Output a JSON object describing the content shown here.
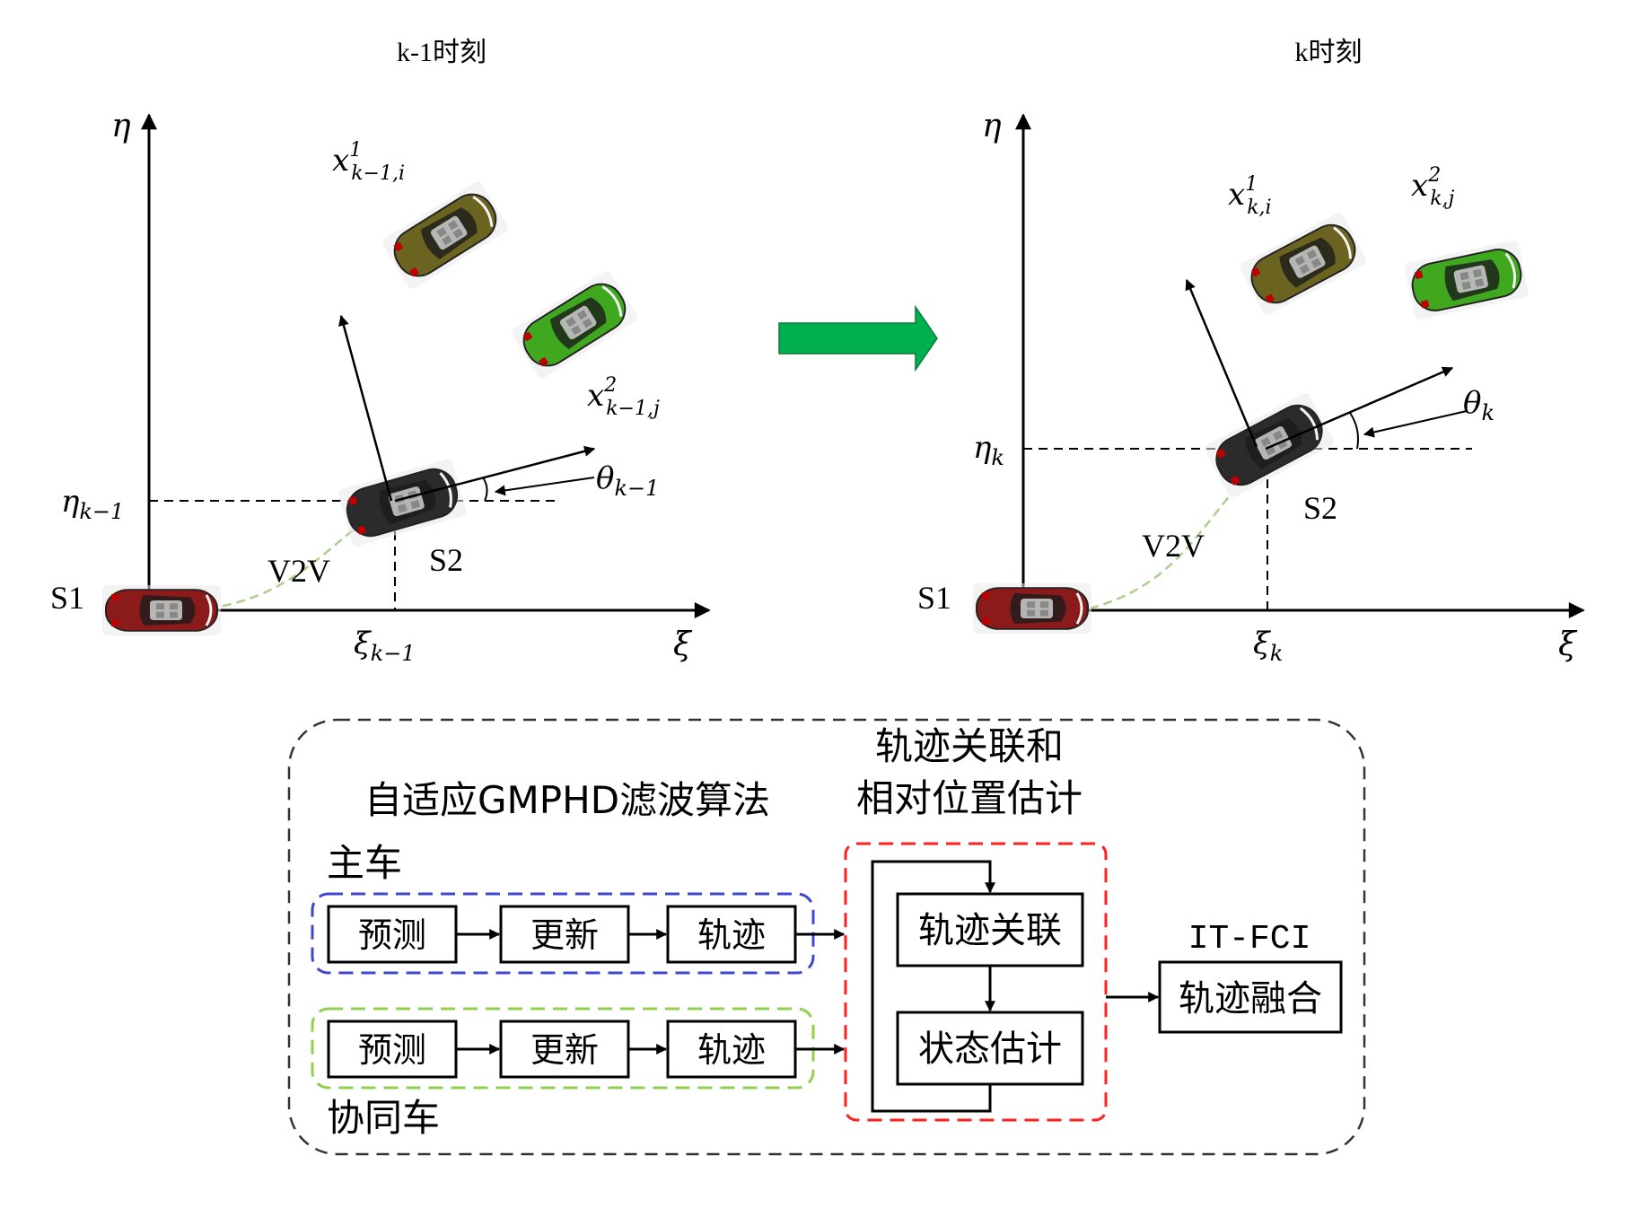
{
  "scenes": [
    {
      "title": "k-1时刻",
      "axis_y_label": "η",
      "axis_x_label": "ξ",
      "eta_value": "η",
      "eta_sub": "k−1",
      "xi_value": "ξ",
      "xi_sub": "k−1",
      "theta_value": "θ",
      "theta_sub": "k−1",
      "host_label": "S1",
      "coop_label": "S2",
      "link_label": "V2V",
      "target1_base": "x",
      "target1_sup": "1",
      "target1_sub": "k−1,i",
      "target2_base": "x",
      "target2_sup": "2",
      "target2_sub": "k−1,j"
    },
    {
      "title": "k时刻",
      "axis_y_label": "η",
      "axis_x_label": "ξ",
      "eta_value": "η",
      "eta_sub": "k",
      "xi_value": "ξ",
      "xi_sub": "k",
      "theta_value": "θ",
      "theta_sub": "k",
      "host_label": "S1",
      "coop_label": "S2",
      "link_label": "V2V",
      "target1_base": "x",
      "target1_sup": "1",
      "target1_sub": "k,i",
      "target2_base": "x",
      "target2_sup": "2",
      "target2_sub": "k,j"
    }
  ],
  "flow": {
    "filter_title": "自适应GMPHD滤波算法",
    "assoc_title_line1": "轨迹关联和",
    "assoc_title_line2": "相对位置估计",
    "host_vehicle": "主车",
    "coop_vehicle": "协同车",
    "host_steps": [
      "预测",
      "更新",
      "轨迹"
    ],
    "coop_steps": [
      "预测",
      "更新",
      "轨迹"
    ],
    "track_assoc": "轨迹关联",
    "state_est": "状态估计",
    "fusion_method": "IT-FCI",
    "fusion_box": "轨迹融合"
  },
  "colors": {
    "transition_arrow": "#00b050",
    "host_group_border": "#3f48cc",
    "coop_group_border": "#92d050",
    "assoc_group_border": "#ff2020",
    "outer_border": "#333333",
    "car_host": "#8b1a1a",
    "car_coop": "#2b2b2b",
    "car_target1": "#6b6320",
    "car_target2": "#3fa81f",
    "v2v_link": "#a9d08e"
  },
  "icons": [
    "car-icon",
    "arrow-right-icon"
  ]
}
